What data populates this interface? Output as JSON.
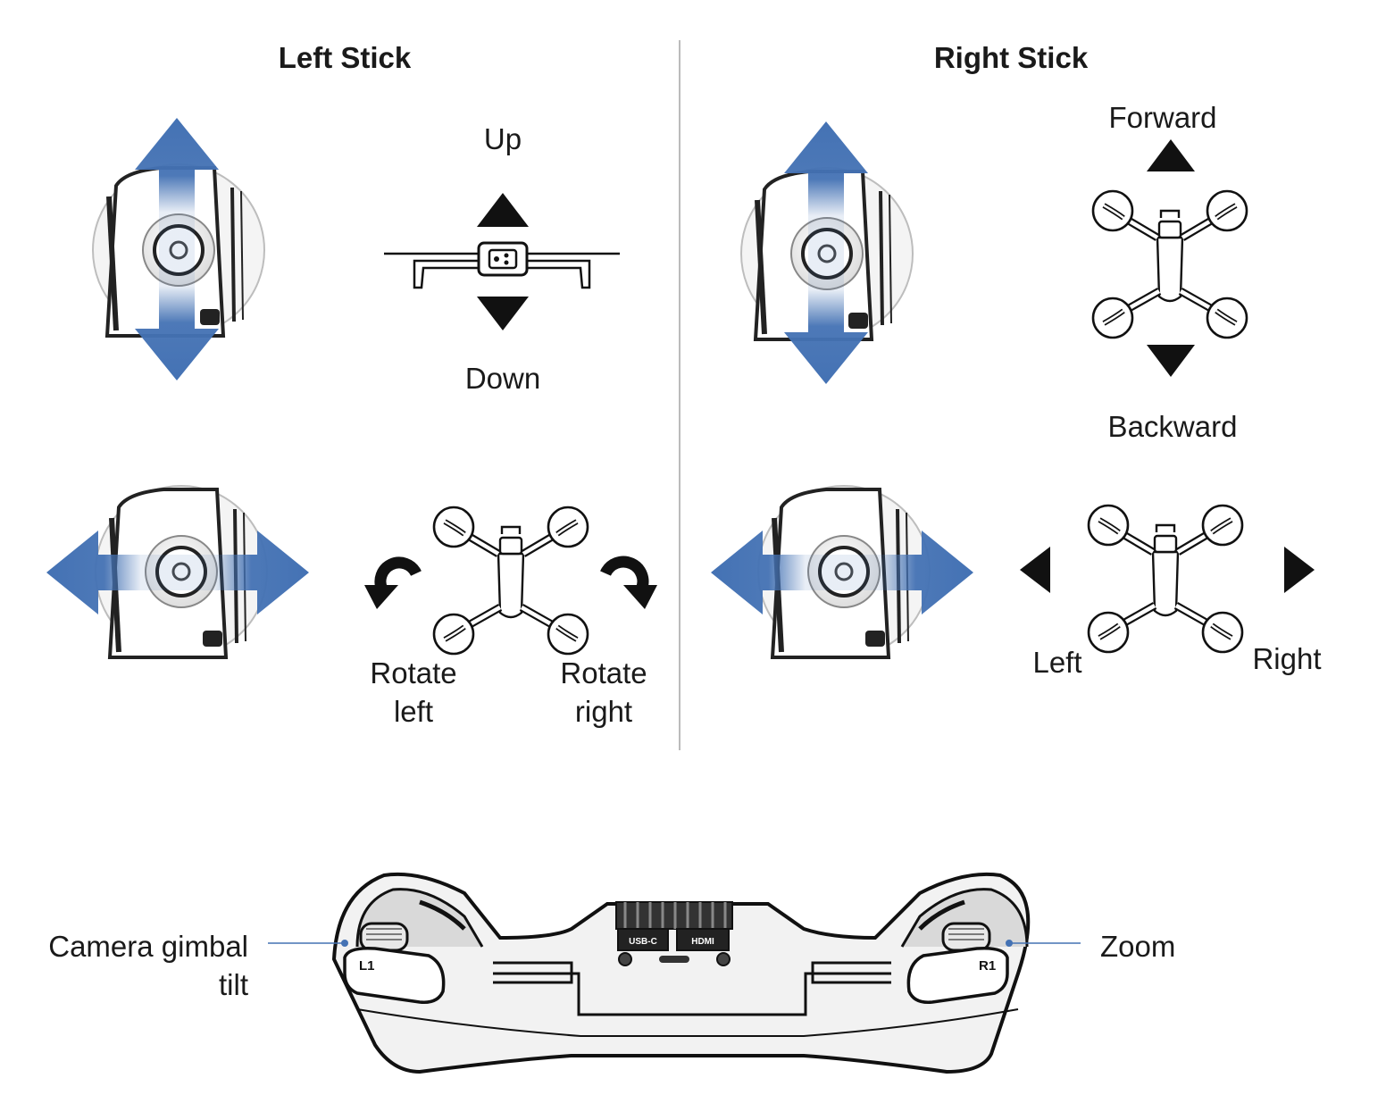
{
  "left_panel": {
    "title": "Left Stick",
    "vertical": {
      "up_label": "Up",
      "down_label": "Down"
    },
    "horizontal": {
      "rotate_left_label": "Rotate\nleft",
      "rotate_right_label": "Rotate\nright"
    }
  },
  "right_panel": {
    "title": "Right Stick",
    "vertical": {
      "forward_label": "Forward",
      "backward_label": "Backward"
    },
    "horizontal": {
      "left_label": "Left",
      "right_label": "Right"
    }
  },
  "controller": {
    "left_callout": "Camera gimbal\ntilt",
    "right_callout": "Zoom",
    "left_button": "L1",
    "right_button": "R1",
    "port_usb": "USB-C",
    "port_hdmi": "HDMI"
  },
  "colors": {
    "arrow_blue": "#4472b4",
    "divider": "#bbbbbb",
    "ink": "#111111",
    "callout_line": "#4472b4"
  },
  "icons": [
    "vertical-arrow-icon",
    "horizontal-arrow-icon",
    "stick-icon",
    "drone-front-icon",
    "drone-top-icon",
    "rotate-left-icon",
    "rotate-right-icon",
    "triangle-up-icon",
    "triangle-down-icon",
    "triangle-left-icon",
    "triangle-right-icon",
    "controller-icon"
  ]
}
